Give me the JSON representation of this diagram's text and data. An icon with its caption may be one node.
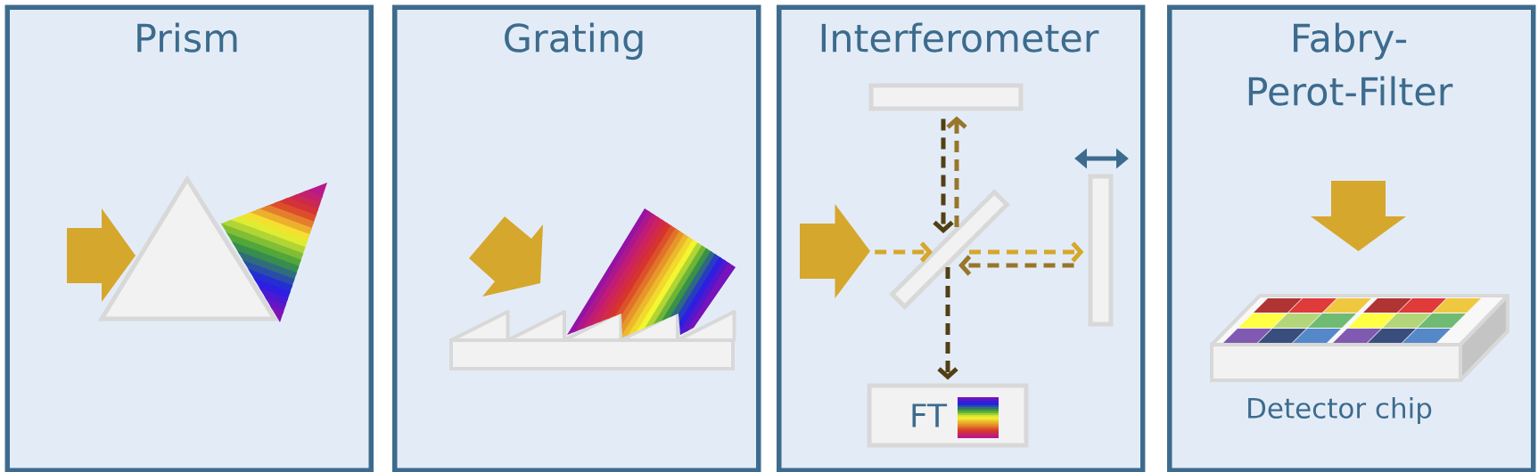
{
  "diagram": {
    "nodes": [
      {
        "text": [
          "Prism"
        ]
      },
      {
        "text": [
          "Grating"
        ]
      },
      {
        "text": [
          "Interferometer"
        ]
      },
      {
        "text": [],
        "shape": "arrow",
        "in": 2
      },
      {
        "text": [],
        "shape": "box",
        "in": 2
      },
      {
        "text": [],
        "shape": "box",
        "in": 2
      },
      {
        "text": [],
        "shape": "box",
        "in": 2
      },
      {
        "text": [
          "FT"
        ],
        "in": 2
      },
      {
        "text": [
          "Fabry-Perot-Filter"
        ]
      }
    ],
    "edges": [
      {
        "from": 3,
        "to": 5,
        "arrow": "to",
        "style": "dashed",
        "color": "#d6a72d"
      },
      {
        "from": 5,
        "to": 6,
        "arrow": "to",
        "style": "dashed",
        "color": "#d6a72d"
      },
      {
        "from": 6,
        "to": 5,
        "arrow": "to",
        "style": "dashed",
        "color": "#98762a"
      },
      {
        "from": 5,
        "to": 4,
        "arrow": "to",
        "style": "dashed",
        "color": "#98762a"
      },
      {
        "from": 4,
        "to": 5,
        "arrow": "to",
        "style": "dashed",
        "color": "#523f14"
      },
      {
        "from": 5,
        "to": 7,
        "arrow": "to",
        "style": "dashed",
        "color": "#523f14"
      }
    ],
    "labels": [
      "Detector chip"
    ]
  }
}
